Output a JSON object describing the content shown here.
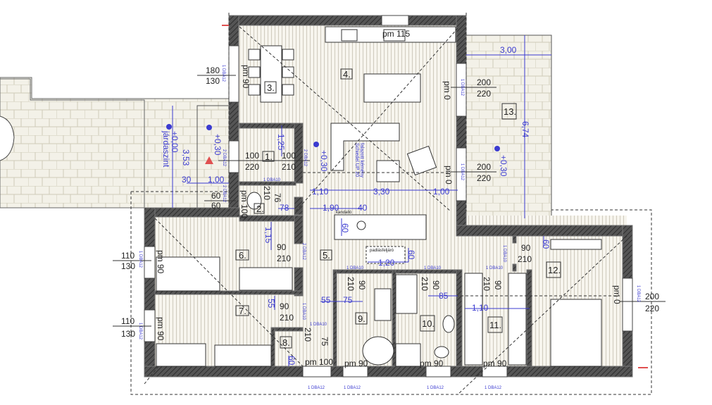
{
  "rooms": [
    "1.",
    "2.",
    "3.",
    "4.",
    "5.",
    "6.",
    "7.",
    "8.",
    "9.",
    "10.",
    "11.",
    "12.",
    "13."
  ],
  "dimensions": {
    "terrace_width": "3,00",
    "terrace_length": "6,74",
    "entry_length": "3,53",
    "entry_30": "30",
    "entry_100": "1,00",
    "living_110": "1,10",
    "living_330": "3,30",
    "living_100": "1,00",
    "fireplace_190": "1,90",
    "fireplace_40": "40",
    "wc_78": "78",
    "vestibule_125": "1,25",
    "hall_115": "1,15",
    "hall_55": "55",
    "fireplace_60": "60",
    "attic_120": "1,20",
    "attic_60": "60",
    "bath_55": "55",
    "bath_75": "75",
    "bath_85": "85",
    "wardrobe_110": "1,10",
    "bed_60": "60",
    "pantry_60": "60"
  },
  "openings": {
    "w_dining": [
      "180",
      "130"
    ],
    "w_room6": [
      "110",
      "130"
    ],
    "w_room7": [
      "110",
      "130"
    ],
    "d_entry": [
      "100",
      "220"
    ],
    "d_vestibule": [
      "100",
      "210"
    ],
    "w_wc": [
      "60",
      "60"
    ],
    "d_terrace1": [
      "200",
      "220"
    ],
    "d_terrace2": [
      "200",
      "220"
    ],
    "d_bedroom": [
      "200",
      "220"
    ],
    "d_room6": [
      "90",
      "210"
    ],
    "d_room7": [
      "90",
      "210"
    ],
    "d_room12": [
      "90",
      "210"
    ],
    "d_room9": [
      "210",
      "90"
    ],
    "d_room10": [
      "210",
      "90"
    ],
    "d_room11": [
      "210",
      "90"
    ],
    "d_wc": [
      "210",
      "76"
    ],
    "d_pantry": [
      "210",
      "75"
    ]
  },
  "parapets": {
    "dining": "pm 90",
    "kitchen": "pm 115",
    "terrace1": "pm 0",
    "terrace2": "pm 0",
    "room6": "pm 90",
    "room7": "pm 90",
    "wc": "pm 100",
    "hall": "pm 100",
    "room9": "pm 90",
    "room10": "pm 90",
    "room11": "pm 90",
    "room12": "pm 0"
  },
  "levels": {
    "entry": "+0,00",
    "entry_sub": "járdaszint",
    "porch": "+0,30",
    "living": "+0,30",
    "terrace": "+0,30"
  },
  "notes": {
    "chimney": "Schiedel UP 20",
    "chimney_sub": "falazott kémény",
    "attic": "padlásfeljáró",
    "fireplace": "kandalló"
  },
  "codes": {
    "dba12": "1 DBA12",
    "dba10": "1 DBA10",
    "two_dba12": "2 DBA12"
  },
  "colors": {
    "wall": "#4a4a4a",
    "dimension": "#3b3bd0",
    "floor": "#f4f2ea",
    "marker": "#e05050"
  }
}
